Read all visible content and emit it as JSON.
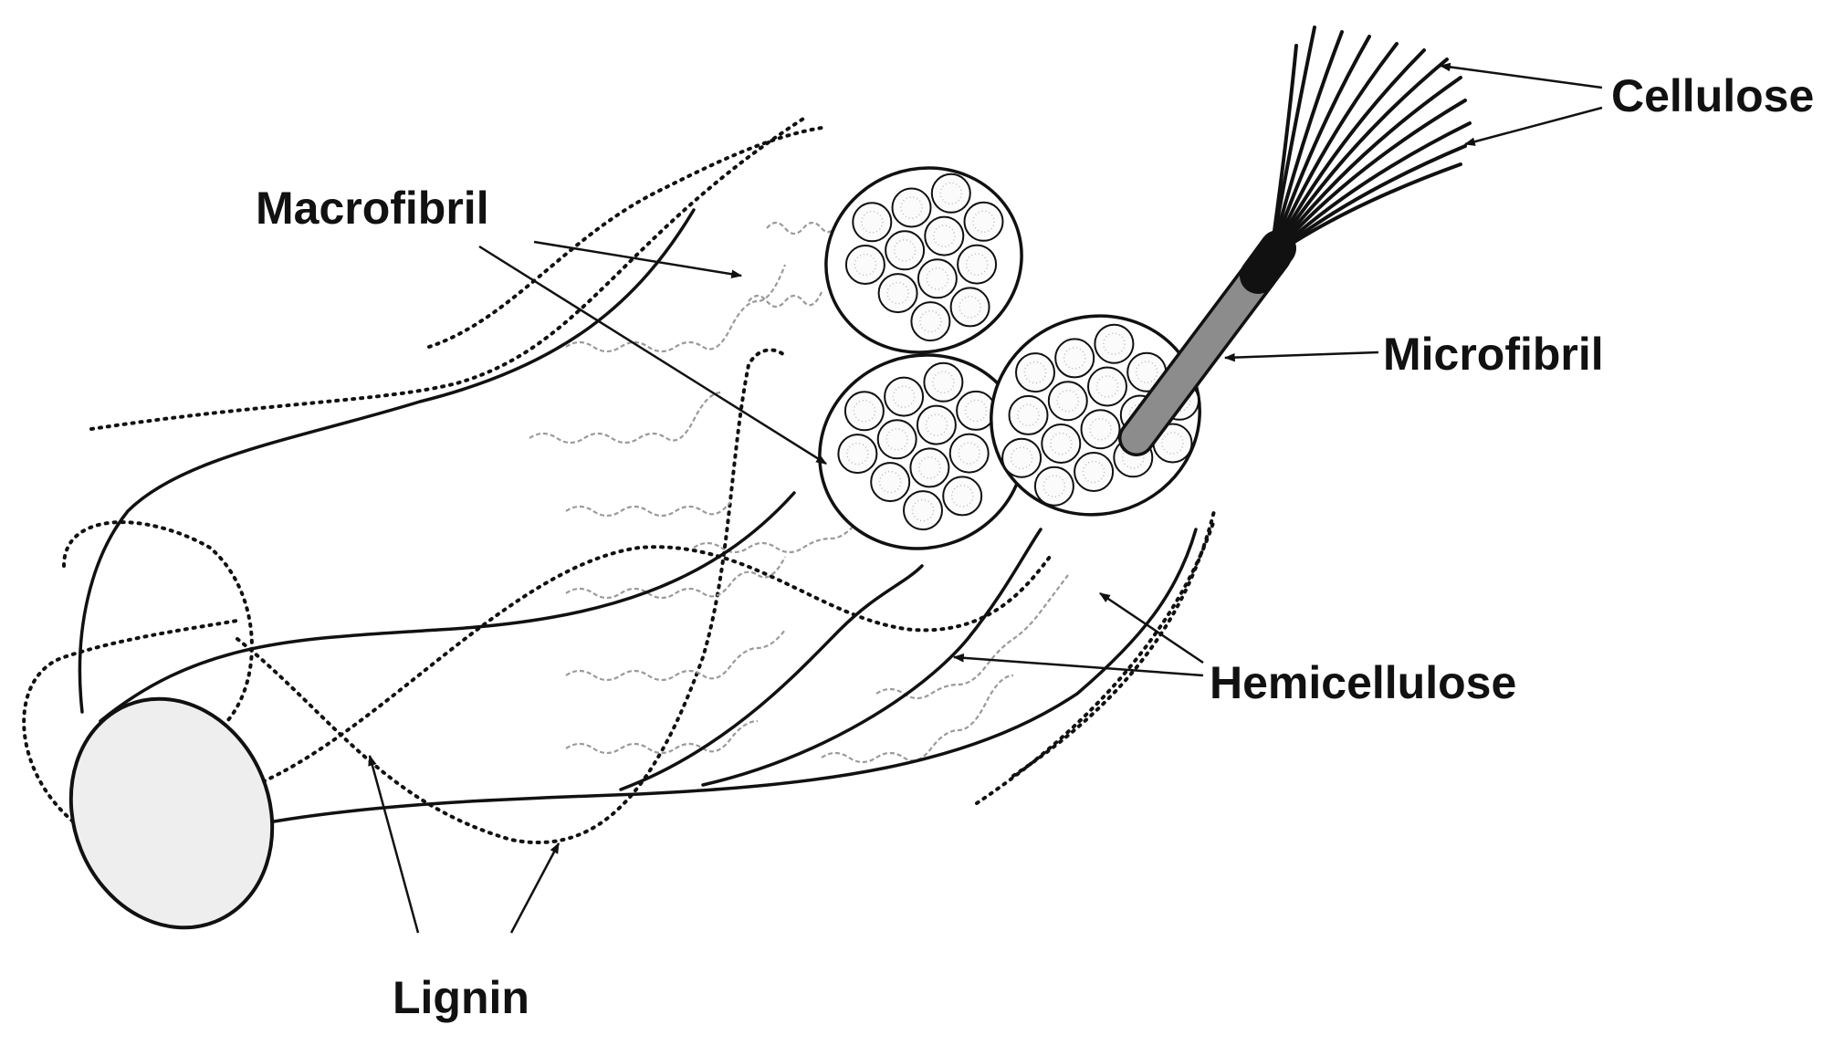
{
  "labels": {
    "cellulose": "Cellulose",
    "macrofibril": "Macrofibril",
    "microfibril": "Microfibril",
    "hemicellulose": "Hemicellulose",
    "lignin": "Lignin"
  },
  "colors": {
    "ink": "#111111",
    "hemicellulose_strand": "#9a9a9a",
    "microfibril_rod": "#8c8c8c",
    "cross_section_fill": "#eeeeee"
  }
}
